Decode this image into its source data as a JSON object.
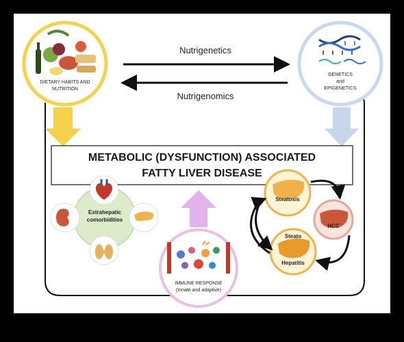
{
  "colors": {
    "frame_bg": "#000000",
    "panel_bg": "#ffffff",
    "dietary_ring": "#f3d34a",
    "genetics_ring": "#c9d8ef",
    "down_arrow_yellow": "#f5d04a",
    "down_arrow_blue": "#c7d6ea",
    "up_arrow_purple": "#e2b3ec",
    "immune_ring": "#e8bfe6",
    "comorbidity_fill": "#dcebc9",
    "liver_fill": "#f2b24a",
    "hcc_fill": "#e7a79a"
  },
  "arrows": {
    "top": "Nutrigenetics",
    "bottom": "Nutrigenomics"
  },
  "dietary": {
    "line1": "DIETARY HABITS  AND",
    "line2": "NUTRITION"
  },
  "genetics": {
    "line1": "GENETICS",
    "line2": "and",
    "line3": "EPIGENETICS"
  },
  "title": {
    "line1": "METABOLIC (DYSFUNCTION) ASSOCIATED",
    "line2": "FATTY LIVER DISEASE"
  },
  "comorbidities": {
    "line1": "Extrahepatic",
    "line2": "comorbidities"
  },
  "cycle": {
    "steatosis": "Steatosis",
    "steato": "Steato",
    "hepatitis": "Hepatitis",
    "hcc": "HCC"
  },
  "immune": {
    "line1": "IMMUNE RESPONSE",
    "line2": "(Innate and adaptive)"
  },
  "icons": [
    "food-illustration",
    "dna-helix-icon",
    "heart-icon",
    "kidney-icon",
    "pancreas-icon",
    "thyroid-icon",
    "liver-icon",
    "immune-cells-icon"
  ]
}
